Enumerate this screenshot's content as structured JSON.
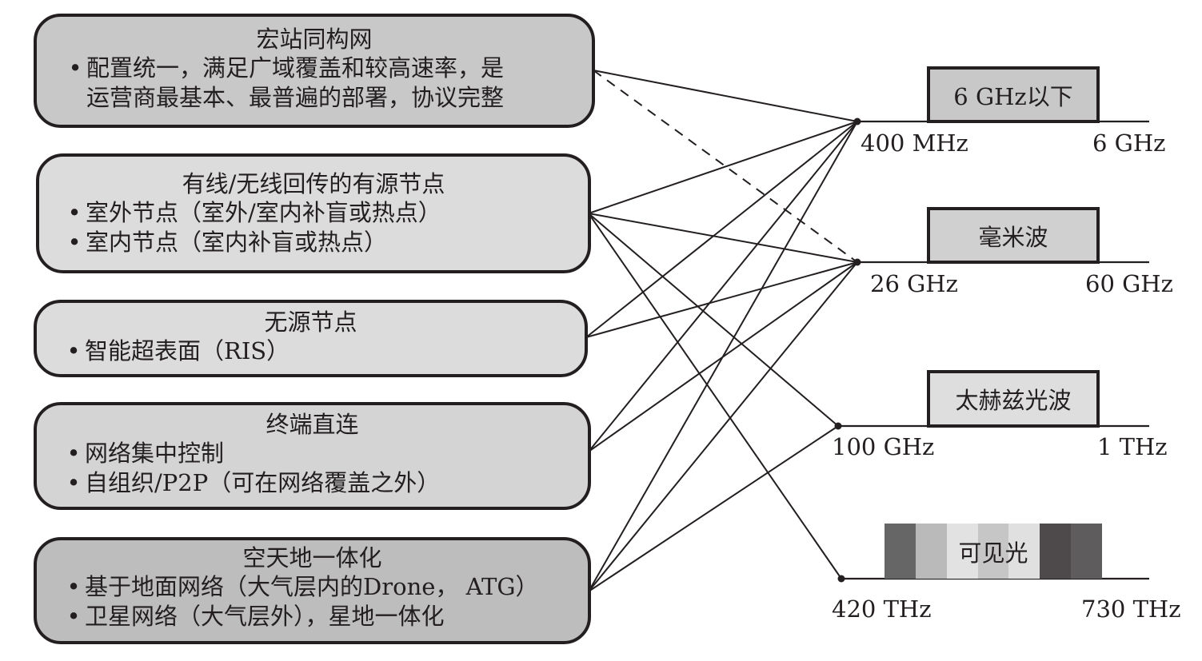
{
  "nodes": [
    {
      "id": "macro",
      "title": "宏站同构网",
      "lines": [
        {
          "bullet": true,
          "text": "配置统一，满足广域覆盖和较高速率，是"
        },
        {
          "bullet": false,
          "text": "运营商最基本、最普遍的部署，协议完整"
        }
      ],
      "fill": "#c8c8c8"
    },
    {
      "id": "active",
      "title": "有线/无线回传的有源节点",
      "lines": [
        {
          "bullet": true,
          "text": "室外节点（室外/室内补盲或热点）"
        },
        {
          "bullet": true,
          "text": "室内节点（室内补盲或热点）"
        }
      ],
      "fill": "#dcdcdc"
    },
    {
      "id": "passive",
      "title": "无源节点",
      "lines": [
        {
          "bullet": true,
          "text": "智能超表面（RIS）"
        }
      ],
      "fill": "#dcdcdc"
    },
    {
      "id": "d2d",
      "title": "终端直连",
      "lines": [
        {
          "bullet": true,
          "text": "网络集中控制"
        },
        {
          "bullet": true,
          "text": "自组织/P2P（可在网络覆盖之外）"
        }
      ],
      "fill": "#d4d4d4"
    },
    {
      "id": "sag",
      "title": "空天地一体化",
      "lines": [
        {
          "bullet": true,
          "text": "基于地面网络（大气层内的Drone， ATG）"
        },
        {
          "bullet": true,
          "text": "卫星网络（大气层外），星地一体化"
        }
      ],
      "fill": "#bdbdbd"
    }
  ],
  "bands": [
    {
      "id": "sub6",
      "label": "6 GHz以下",
      "low": "400 MHz",
      "high": "6 GHz",
      "fill": "#c8c8c8"
    },
    {
      "id": "mmwave",
      "label": "毫米波",
      "low": "26 GHz",
      "high": "60 GHz",
      "fill": "#d0d0d0"
    },
    {
      "id": "thz",
      "label": "太赫兹光波",
      "low": "100 GHz",
      "high": "1 THz",
      "fill": "#dedede"
    },
    {
      "id": "visible",
      "label": "可见光",
      "low": "420 THz",
      "high": "730 THz",
      "stripes": [
        "#666666",
        "#bababa",
        "#e2e2e2",
        "#c6c6c6",
        "#e0e0e0",
        "#4e4a4b",
        "#5e5c5d"
      ]
    }
  ],
  "links": [
    {
      "from": "macro",
      "to": "sub6",
      "style": "solid"
    },
    {
      "from": "macro",
      "to": "mmwave",
      "style": "dashed"
    },
    {
      "from": "active",
      "to": "sub6",
      "style": "solid"
    },
    {
      "from": "active",
      "to": "mmwave",
      "style": "solid"
    },
    {
      "from": "active",
      "to": "thz",
      "style": "solid"
    },
    {
      "from": "active",
      "to": "visible",
      "style": "solid"
    },
    {
      "from": "passive",
      "to": "sub6",
      "style": "solid"
    },
    {
      "from": "passive",
      "to": "mmwave",
      "style": "solid"
    },
    {
      "from": "d2d",
      "to": "sub6",
      "style": "solid"
    },
    {
      "from": "d2d",
      "to": "mmwave",
      "style": "solid"
    },
    {
      "from": "sag",
      "to": "sub6",
      "style": "solid"
    },
    {
      "from": "sag",
      "to": "mmwave",
      "style": "solid"
    },
    {
      "from": "sag",
      "to": "thz",
      "style": "solid"
    }
  ]
}
